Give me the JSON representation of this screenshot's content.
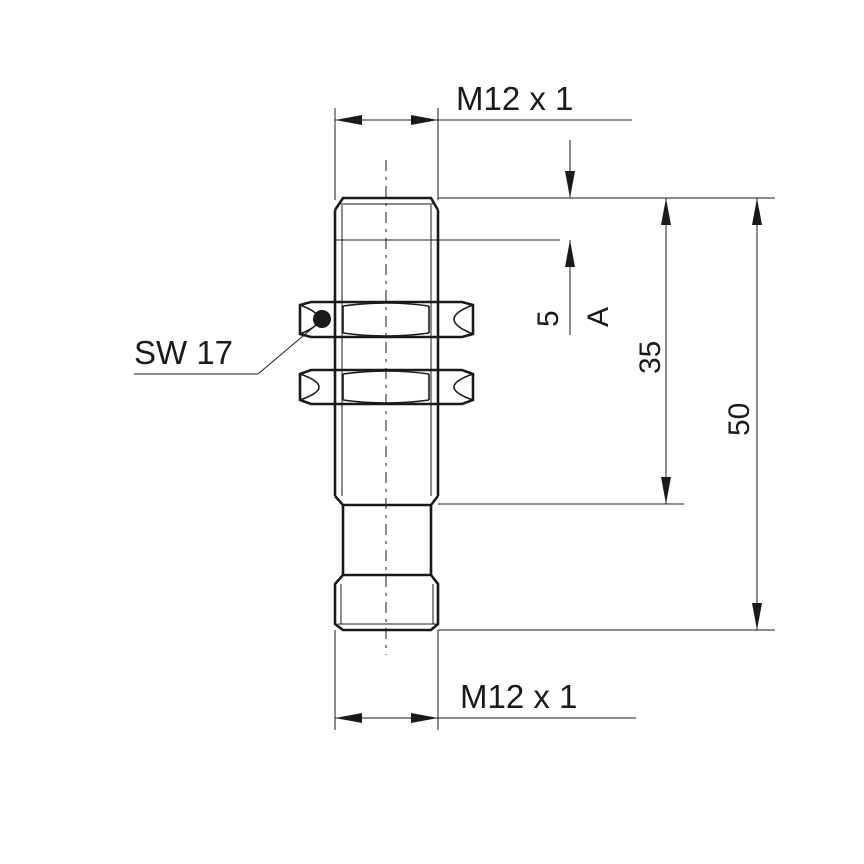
{
  "labels": {
    "top_thread": "M12 x 1",
    "bottom_thread": "M12 x 1",
    "wrench_size": "SW 17",
    "dim_5": "5",
    "dim_a": "A",
    "dim_35": "35",
    "dim_50": "50"
  },
  "colors": {
    "line": "#1a1a1a",
    "background": "#ffffff"
  }
}
